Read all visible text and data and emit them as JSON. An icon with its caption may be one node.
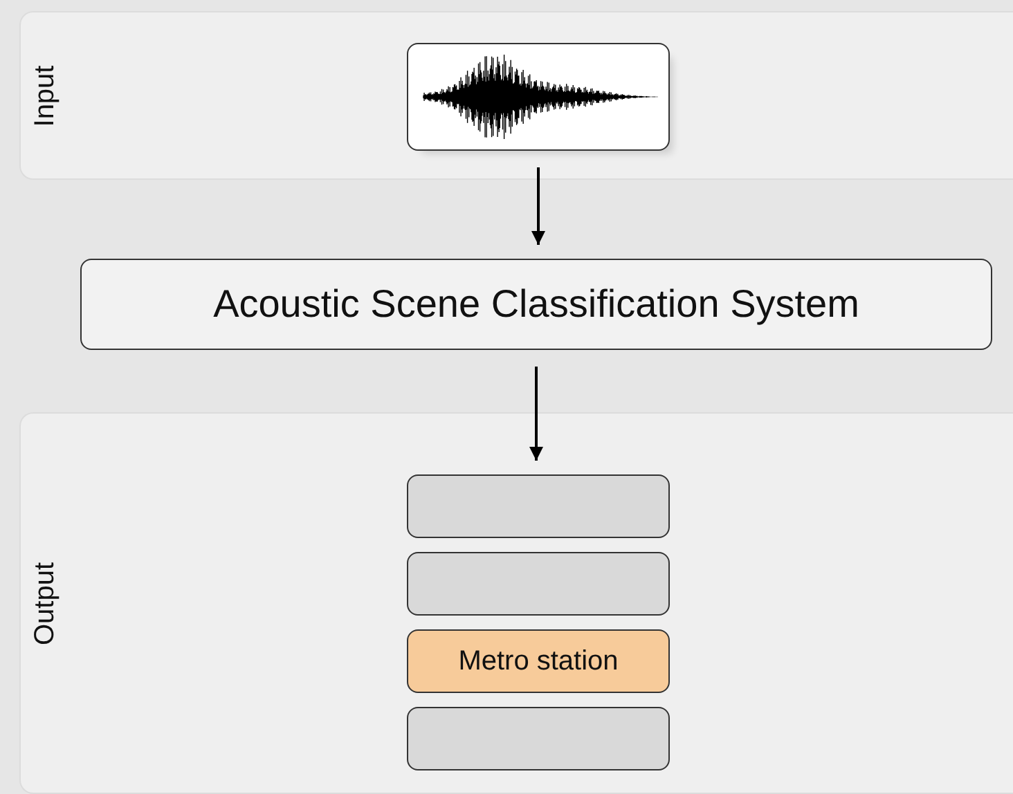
{
  "diagram": {
    "nodes": [
      {
        "text": [
          "Input"
        ]
      },
      {
        "text": [],
        "shape": "picture",
        "in": 0
      },
      {
        "text": [
          "Acoustic Scene Classification System"
        ]
      },
      {
        "text": [
          "Output"
        ]
      },
      {
        "text": [],
        "shape": "box",
        "in": 3
      },
      {
        "text": [],
        "shape": "box",
        "in": 3
      },
      {
        "text": [
          "Metro station"
        ],
        "in": 3
      },
      {
        "text": [],
        "shape": "box",
        "in": 3
      }
    ],
    "edges": [
      {
        "from": 1,
        "to": 2,
        "arrow": "to"
      },
      {
        "from": 2,
        "to": 4,
        "arrow": "to"
      }
    ]
  }
}
